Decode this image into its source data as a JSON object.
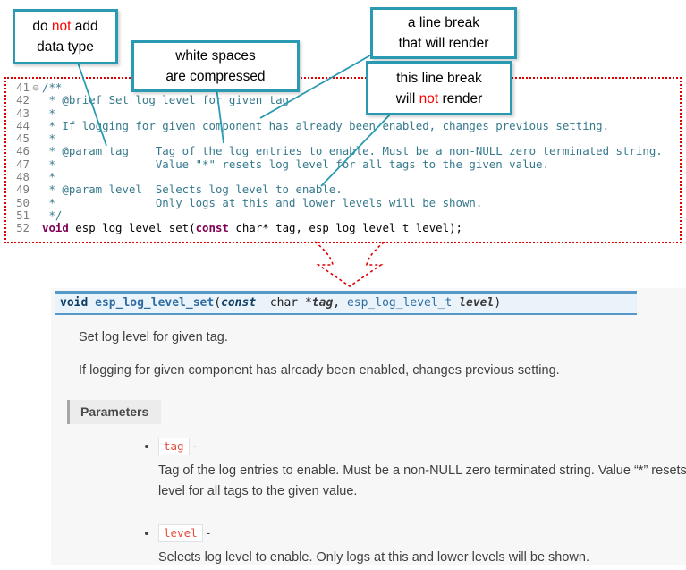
{
  "colors": {
    "accent-teal": "#2a9ab2",
    "accent-red": "#e00000",
    "text-red": "#ff0000",
    "comment": "#36798c",
    "keyword": "#7f0055",
    "line-number": "#7d7d7d",
    "doc-bg": "#f7f7f7",
    "sig-border": "#5499c7",
    "sig-bg": "#ebf3fa",
    "body-text": "#404040",
    "chip-red": "#e74c3c",
    "chip-border": "#dfe2e5",
    "params-bg": "#ececec",
    "params-border": "#a6a6a6"
  },
  "callouts": [
    {
      "lines": [
        [
          {
            "t": "do "
          },
          {
            "t": "not",
            "red": true
          },
          {
            "t": " add"
          }
        ],
        [
          {
            "t": "data type"
          }
        ]
      ]
    },
    {
      "lines": [
        [
          {
            "t": "white spaces"
          }
        ],
        [
          {
            "t": "are  compressed"
          }
        ]
      ]
    },
    {
      "lines": [
        [
          {
            "t": "a line break"
          }
        ],
        [
          {
            "t": "that will render"
          }
        ]
      ]
    },
    {
      "lines": [
        [
          {
            "t": "this line break"
          }
        ],
        [
          {
            "t": "will "
          },
          {
            "t": "not",
            "red": true
          },
          {
            "t": " render"
          }
        ]
      ]
    }
  ],
  "editor": {
    "lines": [
      {
        "num": "41",
        "fold": "⊖",
        "seg": [
          {
            "t": "/**",
            "c": "cm"
          }
        ]
      },
      {
        "num": "42",
        "seg": [
          {
            "t": " * @brief Set log level for given tag",
            "c": "cm"
          }
        ]
      },
      {
        "num": "43",
        "seg": [
          {
            "t": " *",
            "c": "cm"
          }
        ]
      },
      {
        "num": "44",
        "seg": [
          {
            "t": " * If logging for given component has already been enabled, changes previous setting.",
            "c": "cm"
          }
        ]
      },
      {
        "num": "45",
        "seg": [
          {
            "t": " *",
            "c": "cm"
          }
        ]
      },
      {
        "num": "46",
        "seg": [
          {
            "t": " * @param tag    Tag of the log entries to enable. Must be a non-NULL zero terminated string.",
            "c": "cm"
          }
        ]
      },
      {
        "num": "47",
        "seg": [
          {
            "t": " *               Value \"*\" resets log level for all tags to the given value.",
            "c": "cm"
          }
        ]
      },
      {
        "num": "48",
        "seg": [
          {
            "t": " *",
            "c": "cm"
          }
        ]
      },
      {
        "num": "49",
        "seg": [
          {
            "t": " * @param level  Selects log level to enable.",
            "c": "cm"
          }
        ]
      },
      {
        "num": "50",
        "seg": [
          {
            "t": " *               Only logs at this and lower levels will be shown.",
            "c": "cm"
          }
        ]
      },
      {
        "num": "51",
        "seg": [
          {
            "t": " */",
            "c": "cm"
          }
        ]
      },
      {
        "num": "52",
        "seg": [
          {
            "t": "void",
            "c": "kw"
          },
          {
            "t": " esp_log_level_set(",
            "c": "pl"
          },
          {
            "t": "const",
            "c": "kw"
          },
          {
            "t": " char* tag, esp_log_level_t level);",
            "c": "pl"
          }
        ]
      }
    ]
  },
  "docs": {
    "signature": [
      {
        "t": "void",
        "c": "kw"
      },
      {
        "t": " ",
        "c": "pl"
      },
      {
        "t": "esp_log_level_set",
        "c": "name"
      },
      {
        "t": "(",
        "c": "pl"
      },
      {
        "t": "const",
        "c": "kwi"
      },
      {
        "t": "  char ",
        "c": "pl"
      },
      {
        "t": "*",
        "c": "pl"
      },
      {
        "t": "tag",
        "c": "pi"
      },
      {
        "t": ", ",
        "c": "pl"
      },
      {
        "t": "esp_log_level_t ",
        "c": "type"
      },
      {
        "t": "level",
        "c": "pi"
      },
      {
        "t": ")",
        "c": "pl"
      }
    ],
    "brief": "Set log level for given tag.",
    "description": "If logging for given component has already been enabled, changes previous setting.",
    "parameters_label": "Parameters",
    "parameters": [
      {
        "name": "tag",
        "separator": "-",
        "description": "Tag of the log entries to enable. Must be a non-NULL zero terminated string. Value “*” resets log level for all tags to the given value."
      },
      {
        "name": "level",
        "separator": "-",
        "description": "Selects log level to enable. Only logs at this and lower levels will be shown."
      }
    ]
  }
}
